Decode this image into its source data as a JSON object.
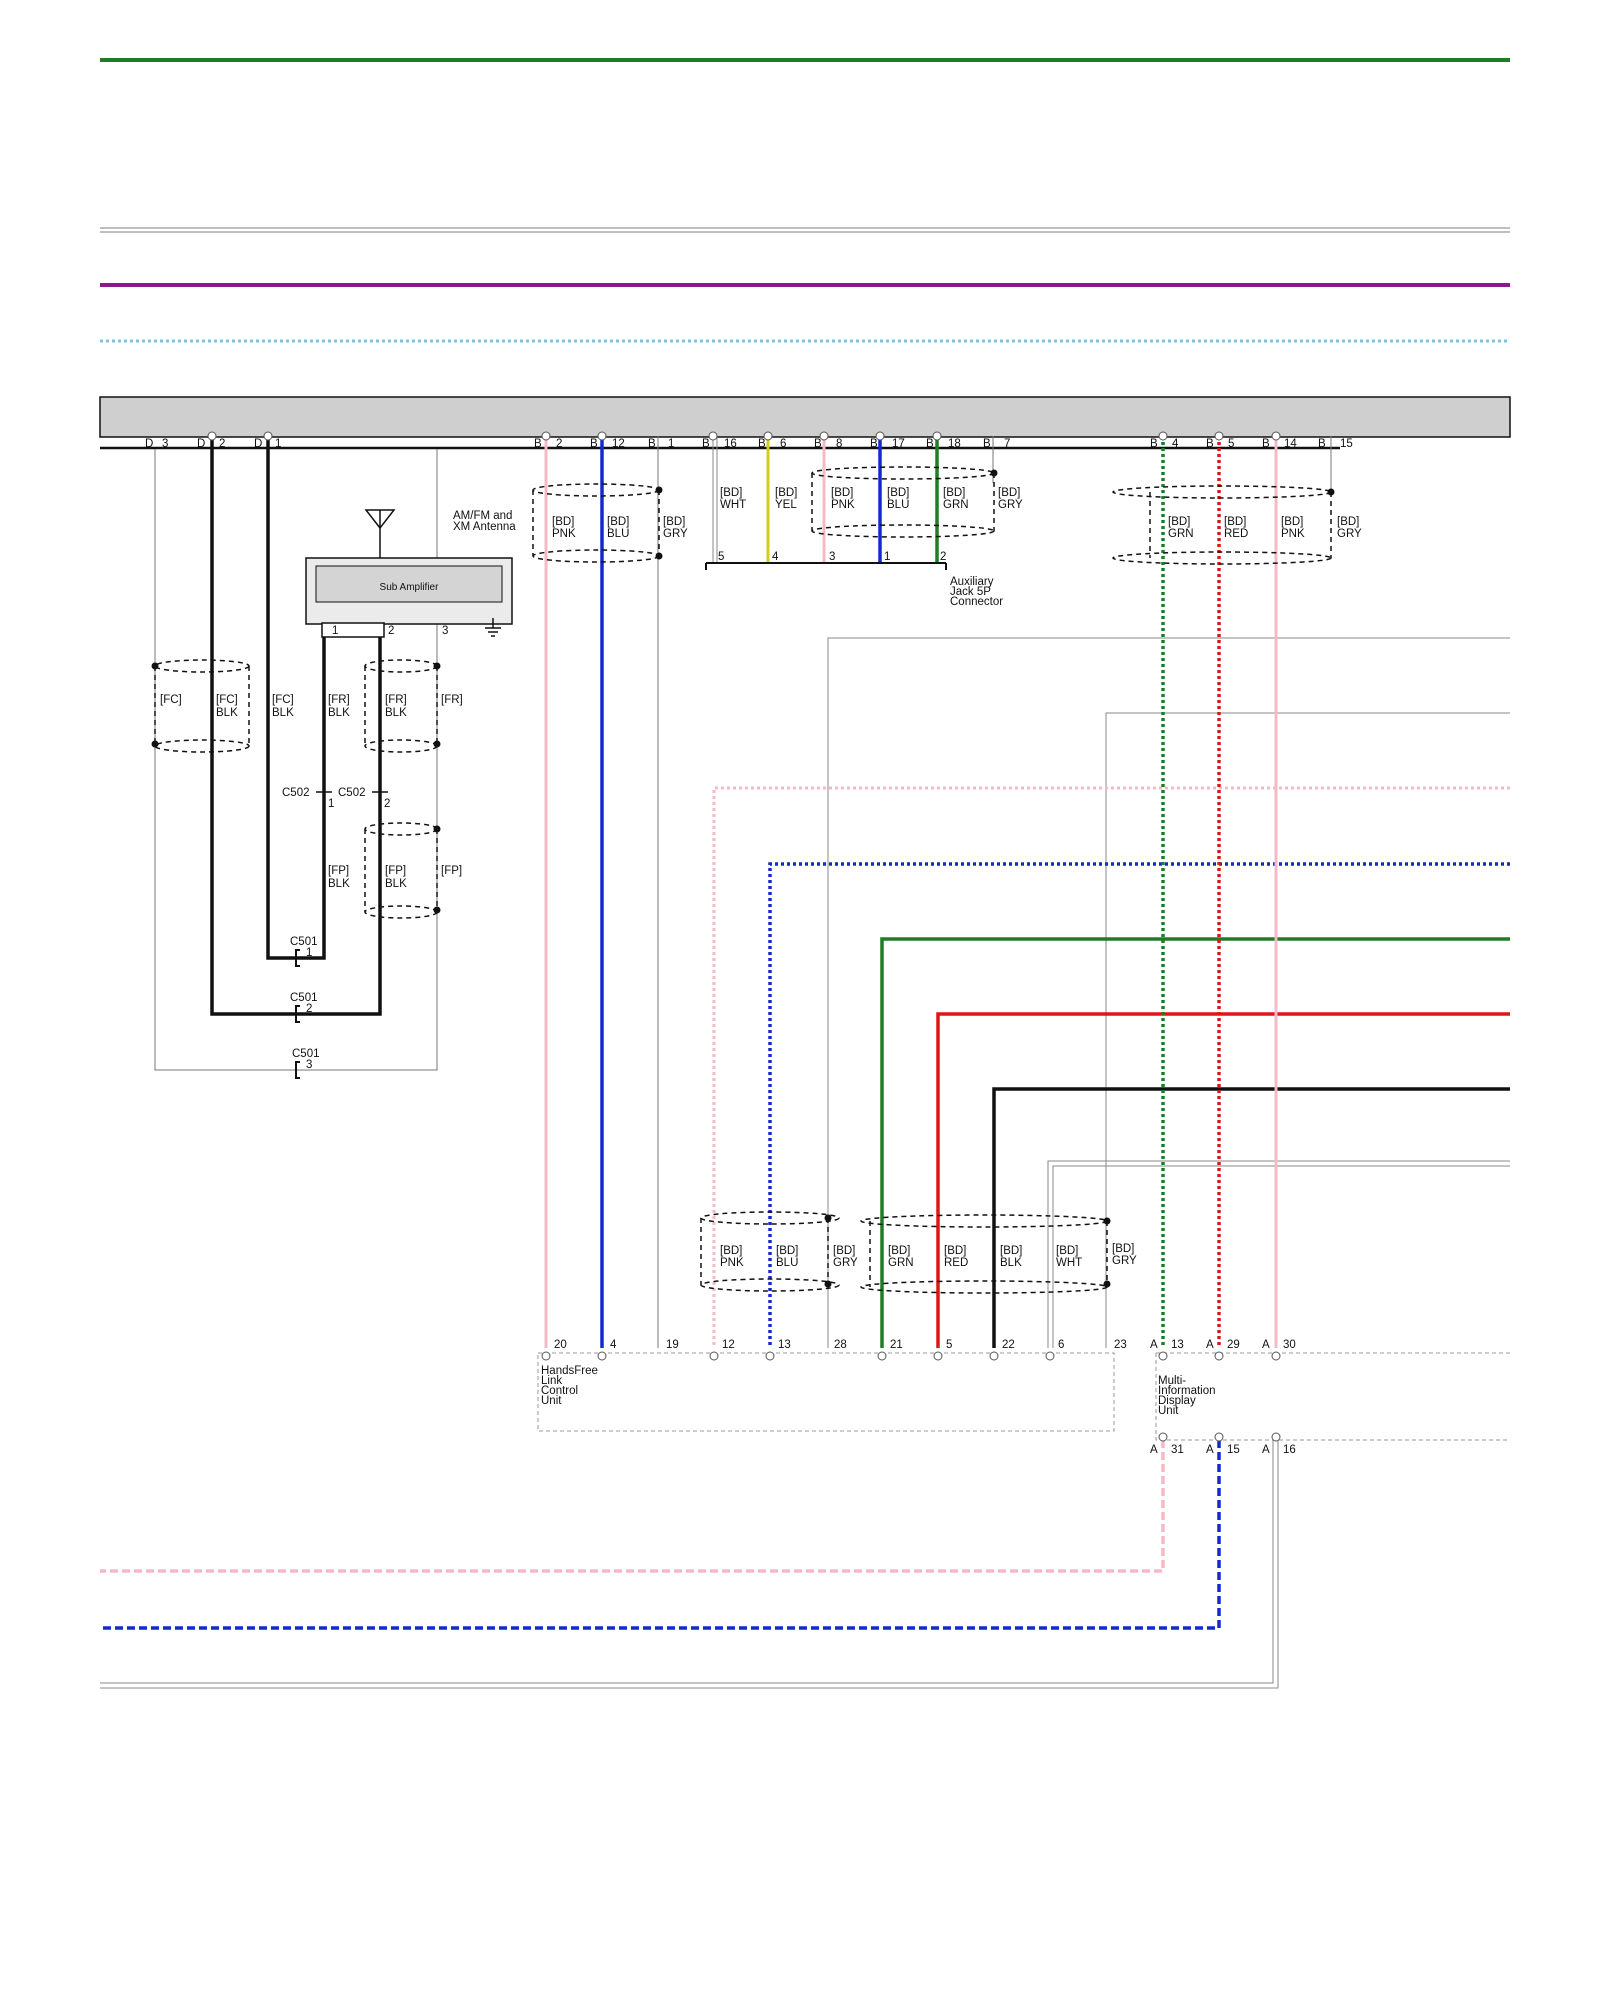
{
  "colors": {
    "GRN": "#1e7d25",
    "PNK": "#f5b8c6",
    "BLU": "#1428d2",
    "RED": "#e01515",
    "BLK": "#111111",
    "YEL": "#d6cc1e",
    "GRY": "#8a8a8a",
    "WHT": "#9a9a9a",
    "purple": "#8a1a8a",
    "lightblue": "#7cc4e4",
    "connector_bar": "#cfcfcf"
  },
  "components": {
    "antenna": "AM/FM and XM Antenna",
    "sub_amplifier": "Sub Amplifier",
    "aux_jack": "Auxiliary Jack 5P Connector",
    "hfl": "HandsFree Link Control Unit",
    "mid": "Multi-Information Display Unit"
  },
  "connectors": {
    "c502": "C502",
    "c501": "C501"
  },
  "top_pins": [
    {
      "c": "D",
      "n": "3"
    },
    {
      "c": "D",
      "n": "2"
    },
    {
      "c": "D",
      "n": "1"
    },
    {
      "c": "B",
      "n": "2"
    },
    {
      "c": "B",
      "n": "12"
    },
    {
      "c": "B",
      "n": "1"
    },
    {
      "c": "B",
      "n": "16"
    },
    {
      "c": "B",
      "n": "6"
    },
    {
      "c": "B",
      "n": "8"
    },
    {
      "c": "B",
      "n": "17"
    },
    {
      "c": "B",
      "n": "18"
    },
    {
      "c": "B",
      "n": "7"
    },
    {
      "c": "B",
      "n": "4"
    },
    {
      "c": "B",
      "n": "5"
    },
    {
      "c": "B",
      "n": "14"
    },
    {
      "c": "B",
      "n": "15"
    }
  ],
  "sub_amp_pins": [
    "1",
    "2",
    "3"
  ],
  "aux_pins": [
    "5",
    "4",
    "3",
    "1",
    "2"
  ],
  "c502_pins": [
    "1",
    "2"
  ],
  "c501_pins": [
    "1",
    "2",
    "3"
  ],
  "hfl_pins": [
    "20",
    "4",
    "19",
    "12",
    "13",
    "28",
    "21",
    "5",
    "22",
    "6",
    "23"
  ],
  "mid_top_pins": [
    {
      "c": "A",
      "n": "13"
    },
    {
      "c": "A",
      "n": "29"
    },
    {
      "c": "A",
      "n": "30"
    }
  ],
  "mid_bottom_pins": [
    {
      "c": "A",
      "n": "31"
    },
    {
      "c": "A",
      "n": "15"
    },
    {
      "c": "A",
      "n": "16"
    }
  ],
  "wire_labels": {
    "fc_a": "[FC]",
    "fc_b": "[FC]",
    "fc_b2": "BLK",
    "fc_c": "[FC]",
    "fc_c2": "BLK",
    "fr_a": "[FR]",
    "fr_a2": "BLK",
    "fr_b": "[FR]",
    "fr_b2": "BLK",
    "fr_c": "[FR]",
    "fp_a": "[FP]",
    "fp_a2": "BLK",
    "fp_b": "[FP]",
    "fp_b2": "BLK",
    "fp_c": "[FP]",
    "bd1": "[BD]",
    "pnk1": "PNK",
    "bd2": "[BD]",
    "blu1": "BLU",
    "bd3": "[BD]",
    "gry1": "GRY",
    "bd4": "[BD]",
    "wht1": "WHT",
    "bd5": "[BD]",
    "yel1": "YEL",
    "bd6": "[BD]",
    "pnk2": "PNK",
    "bd7": "[BD]",
    "blu2": "BLU",
    "bd8": "[BD]",
    "grn1": "GRN",
    "bd9": "[BD]",
    "gry2": "GRY",
    "bd10": "[BD]",
    "grn2": "GRN",
    "bd11": "[BD]",
    "red1": "RED",
    "bd12": "[BD]",
    "pnk3": "PNK",
    "bd13": "[BD]",
    "gry3": "GRY",
    "bd14": "[BD]",
    "pnk4": "PNK",
    "bd15": "[BD]",
    "blu3": "BLU",
    "bd16": "[BD]",
    "gry4": "GRY",
    "bd17": "[BD]",
    "grn3": "GRN",
    "bd18": "[BD]",
    "red2": "RED",
    "bd19": "[BD]",
    "blk1": "BLK",
    "bd20": "[BD]",
    "wht2": "WHT",
    "bd21": "[BD]",
    "gry5": "GRY"
  }
}
